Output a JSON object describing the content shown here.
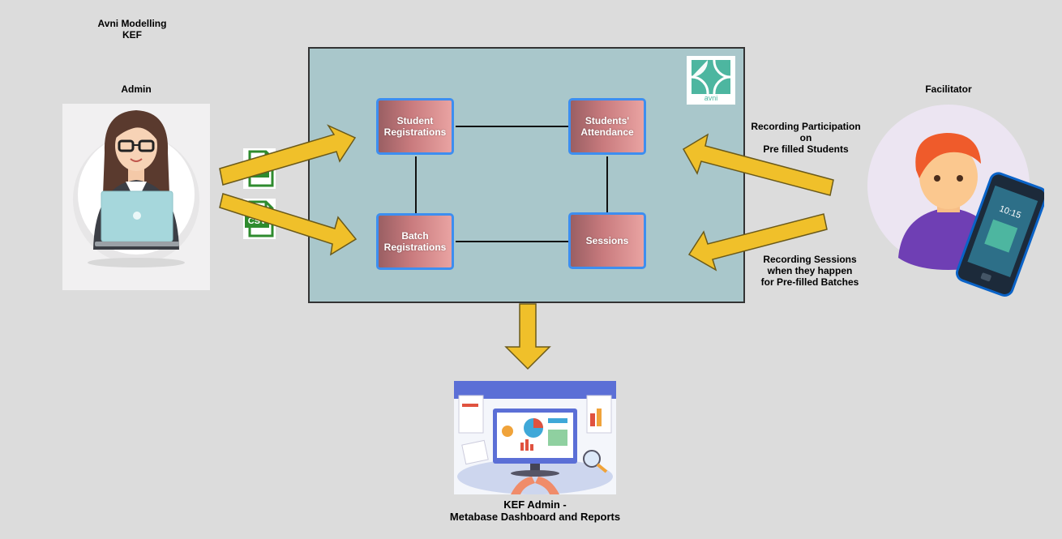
{
  "diagram": {
    "title_line1": "Avni Modelling",
    "title_line2": "KEF",
    "admin_label": "Admin",
    "facilitator_label": "Facilitator",
    "nodes": {
      "student_registrations": [
        "Student",
        "Registrations"
      ],
      "students_attendance": [
        "Students'",
        "Attendance"
      ],
      "batch_registrations": [
        "Batch",
        "Registrations"
      ],
      "sessions": [
        "Sessions"
      ]
    },
    "participation_note": [
      "Recording Participation",
      "on",
      "Pre filled Students"
    ],
    "sessions_note": [
      "Recording Sessions",
      "when they happen",
      "for Pre-filled Batches"
    ],
    "csv_badge": "CSV",
    "logo_text": "avni",
    "phone_time": "10:15",
    "output_line1": "KEF Admin -",
    "output_line2": "Metabase Dashboard and Reports"
  },
  "colors": {
    "background": "#dcdcdc",
    "main_box": "#a9c7cb",
    "node_border": "#3d8ef0",
    "arrow_fill": "#f0c02a",
    "arrow_stroke": "#6b5a1a",
    "csv_green": "#2e8b2e",
    "logo_teal": "#4db6a0"
  },
  "icons": [
    "admin-avatar-icon",
    "csv-file-icon",
    "avni-logo-icon",
    "facilitator-avatar-icon",
    "mobile-phone-icon",
    "dashboard-illustration-icon"
  ]
}
